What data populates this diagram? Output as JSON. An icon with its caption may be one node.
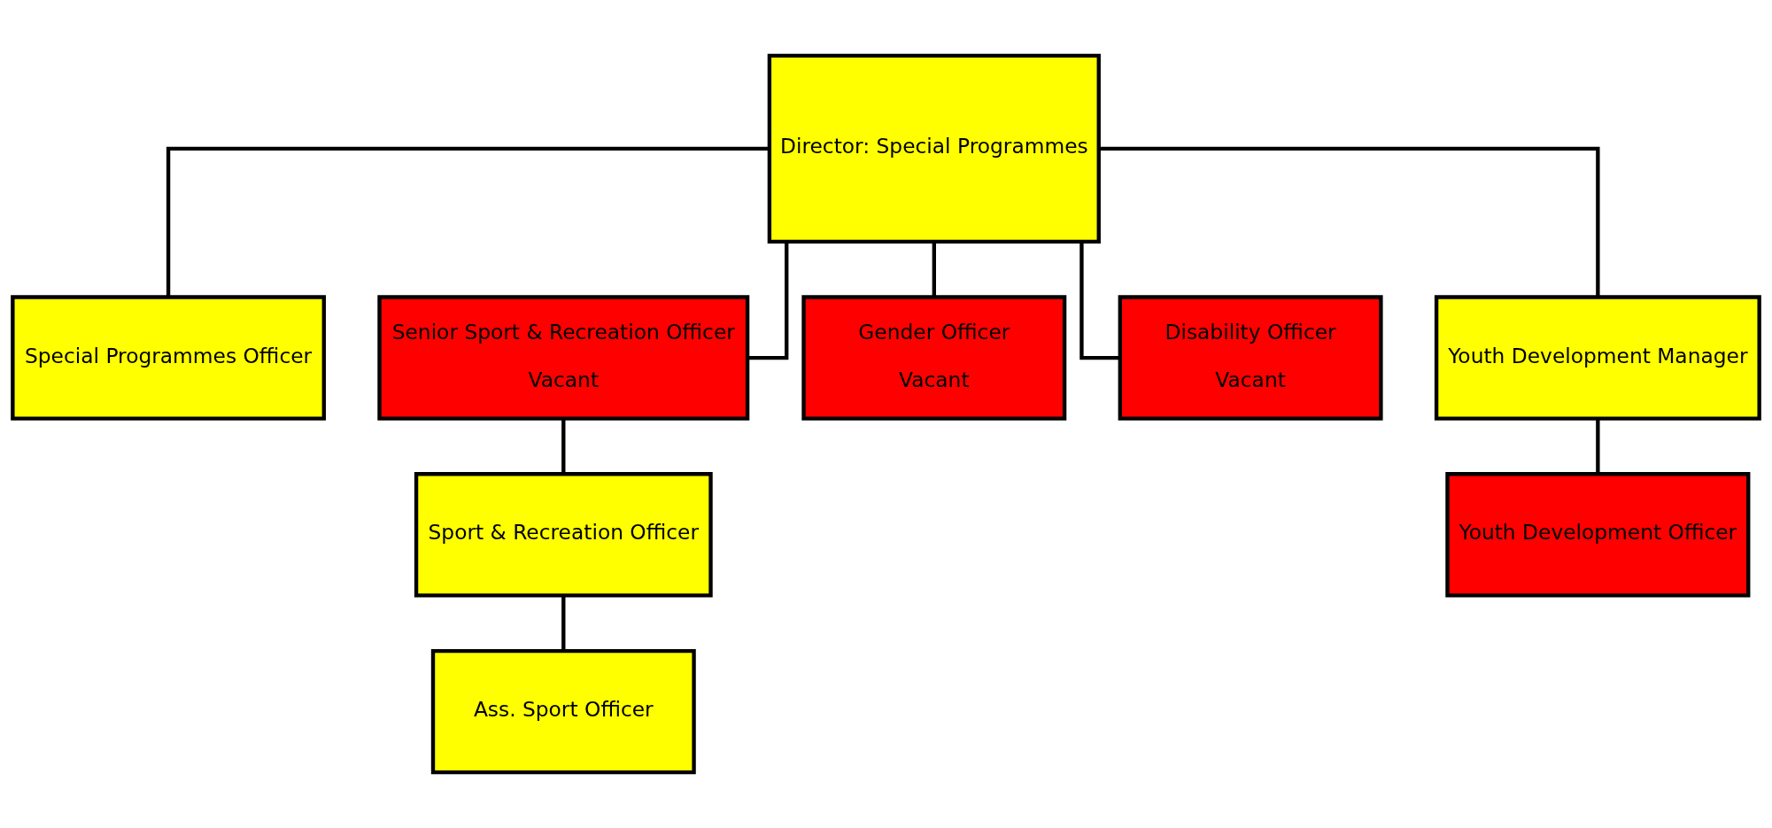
{
  "diagram": {
    "nodes": [
      {
        "text": [
          "Director: Special Programmes"
        ]
      },
      {
        "text": [
          "Special Programmes Officer"
        ]
      },
      {
        "text": [
          "Senior Sport & Recreation Officer",
          "Vacant"
        ]
      },
      {
        "text": [
          "Gender Officer",
          "Vacant"
        ]
      },
      {
        "text": [
          "Disability Officer",
          "Vacant"
        ]
      },
      {
        "text": [
          "Youth Development Manager"
        ]
      },
      {
        "text": [
          "Sport & Recreation Officer"
        ]
      },
      {
        "text": [
          "Youth Development Officer"
        ]
      },
      {
        "text": [
          "Ass. Sport Officer"
        ]
      }
    ],
    "edges": [
      {
        "from": 0,
        "to": 1,
        "arrow": "none"
      },
      {
        "from": 0,
        "to": 2,
        "arrow": "none"
      },
      {
        "from": 0,
        "to": 3,
        "arrow": "none"
      },
      {
        "from": 0,
        "to": 4,
        "arrow": "none"
      },
      {
        "from": 0,
        "to": 5,
        "arrow": "none"
      },
      {
        "from": 2,
        "to": 6,
        "arrow": "none"
      },
      {
        "from": 5,
        "to": 7,
        "arrow": "none"
      },
      {
        "from": 6,
        "to": 8,
        "arrow": "none"
      }
    ]
  }
}
